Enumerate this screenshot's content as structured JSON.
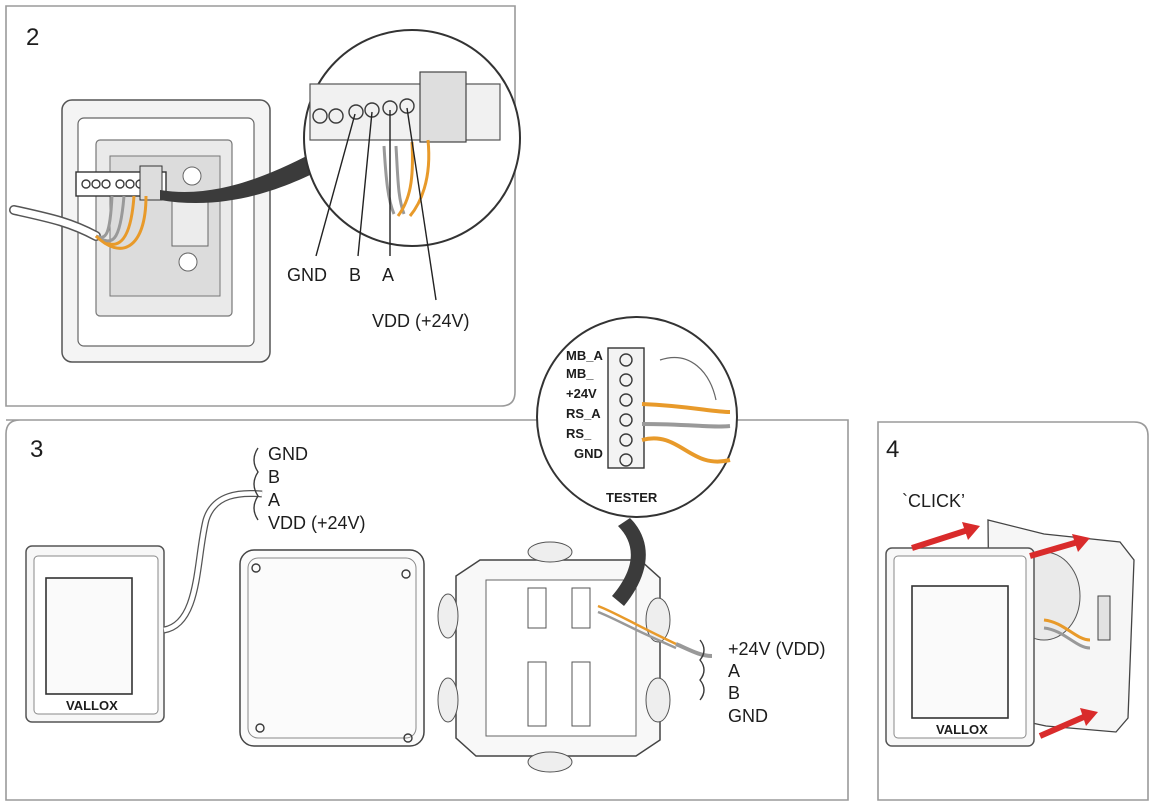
{
  "panels": [
    {
      "step": "2",
      "wire_labels": [
        "GND",
        "B",
        "A",
        "VDD (+24V)"
      ]
    },
    {
      "step": "3",
      "cable_labels": [
        "GND",
        "B",
        "A",
        "VDD (+24V)"
      ],
      "supply_labels": [
        "+24V (VDD)",
        "A",
        "B",
        "GND"
      ],
      "tester_terminals": [
        "MB_A",
        "MB_",
        "+24V",
        "RS_A",
        "RS_",
        "GND"
      ],
      "tester_label": "TESTER",
      "device_brand": "VALLOX"
    },
    {
      "step": "4",
      "action_label": "`CLICK’",
      "device_brand": "VALLOX"
    }
  ],
  "colors": {
    "wire_orange": "#e89a2a",
    "arrow_red": "#d92b2b",
    "panel_border": "#9a9a9a"
  }
}
